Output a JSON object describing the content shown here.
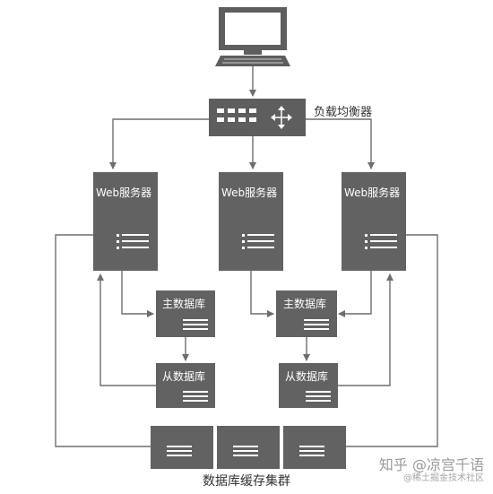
{
  "labels": {
    "load_balancer": "负载均衡器",
    "web_server": "Web服务器",
    "master_db": "主数据库",
    "slave_db": "从数据库",
    "cache_cluster": "数据库缓存集群"
  },
  "watermark": {
    "main": "知乎 @凉宫千语",
    "sub": "@稀土掘金技术社区"
  },
  "colors": {
    "box": "#626262",
    "line": "#6e6e6e",
    "label_text": "#ffffff",
    "caption_text": "#333333"
  },
  "icons": [
    "computer-icon",
    "load-balancer-icon",
    "web-server-box",
    "database-box",
    "cache-server-box"
  ]
}
